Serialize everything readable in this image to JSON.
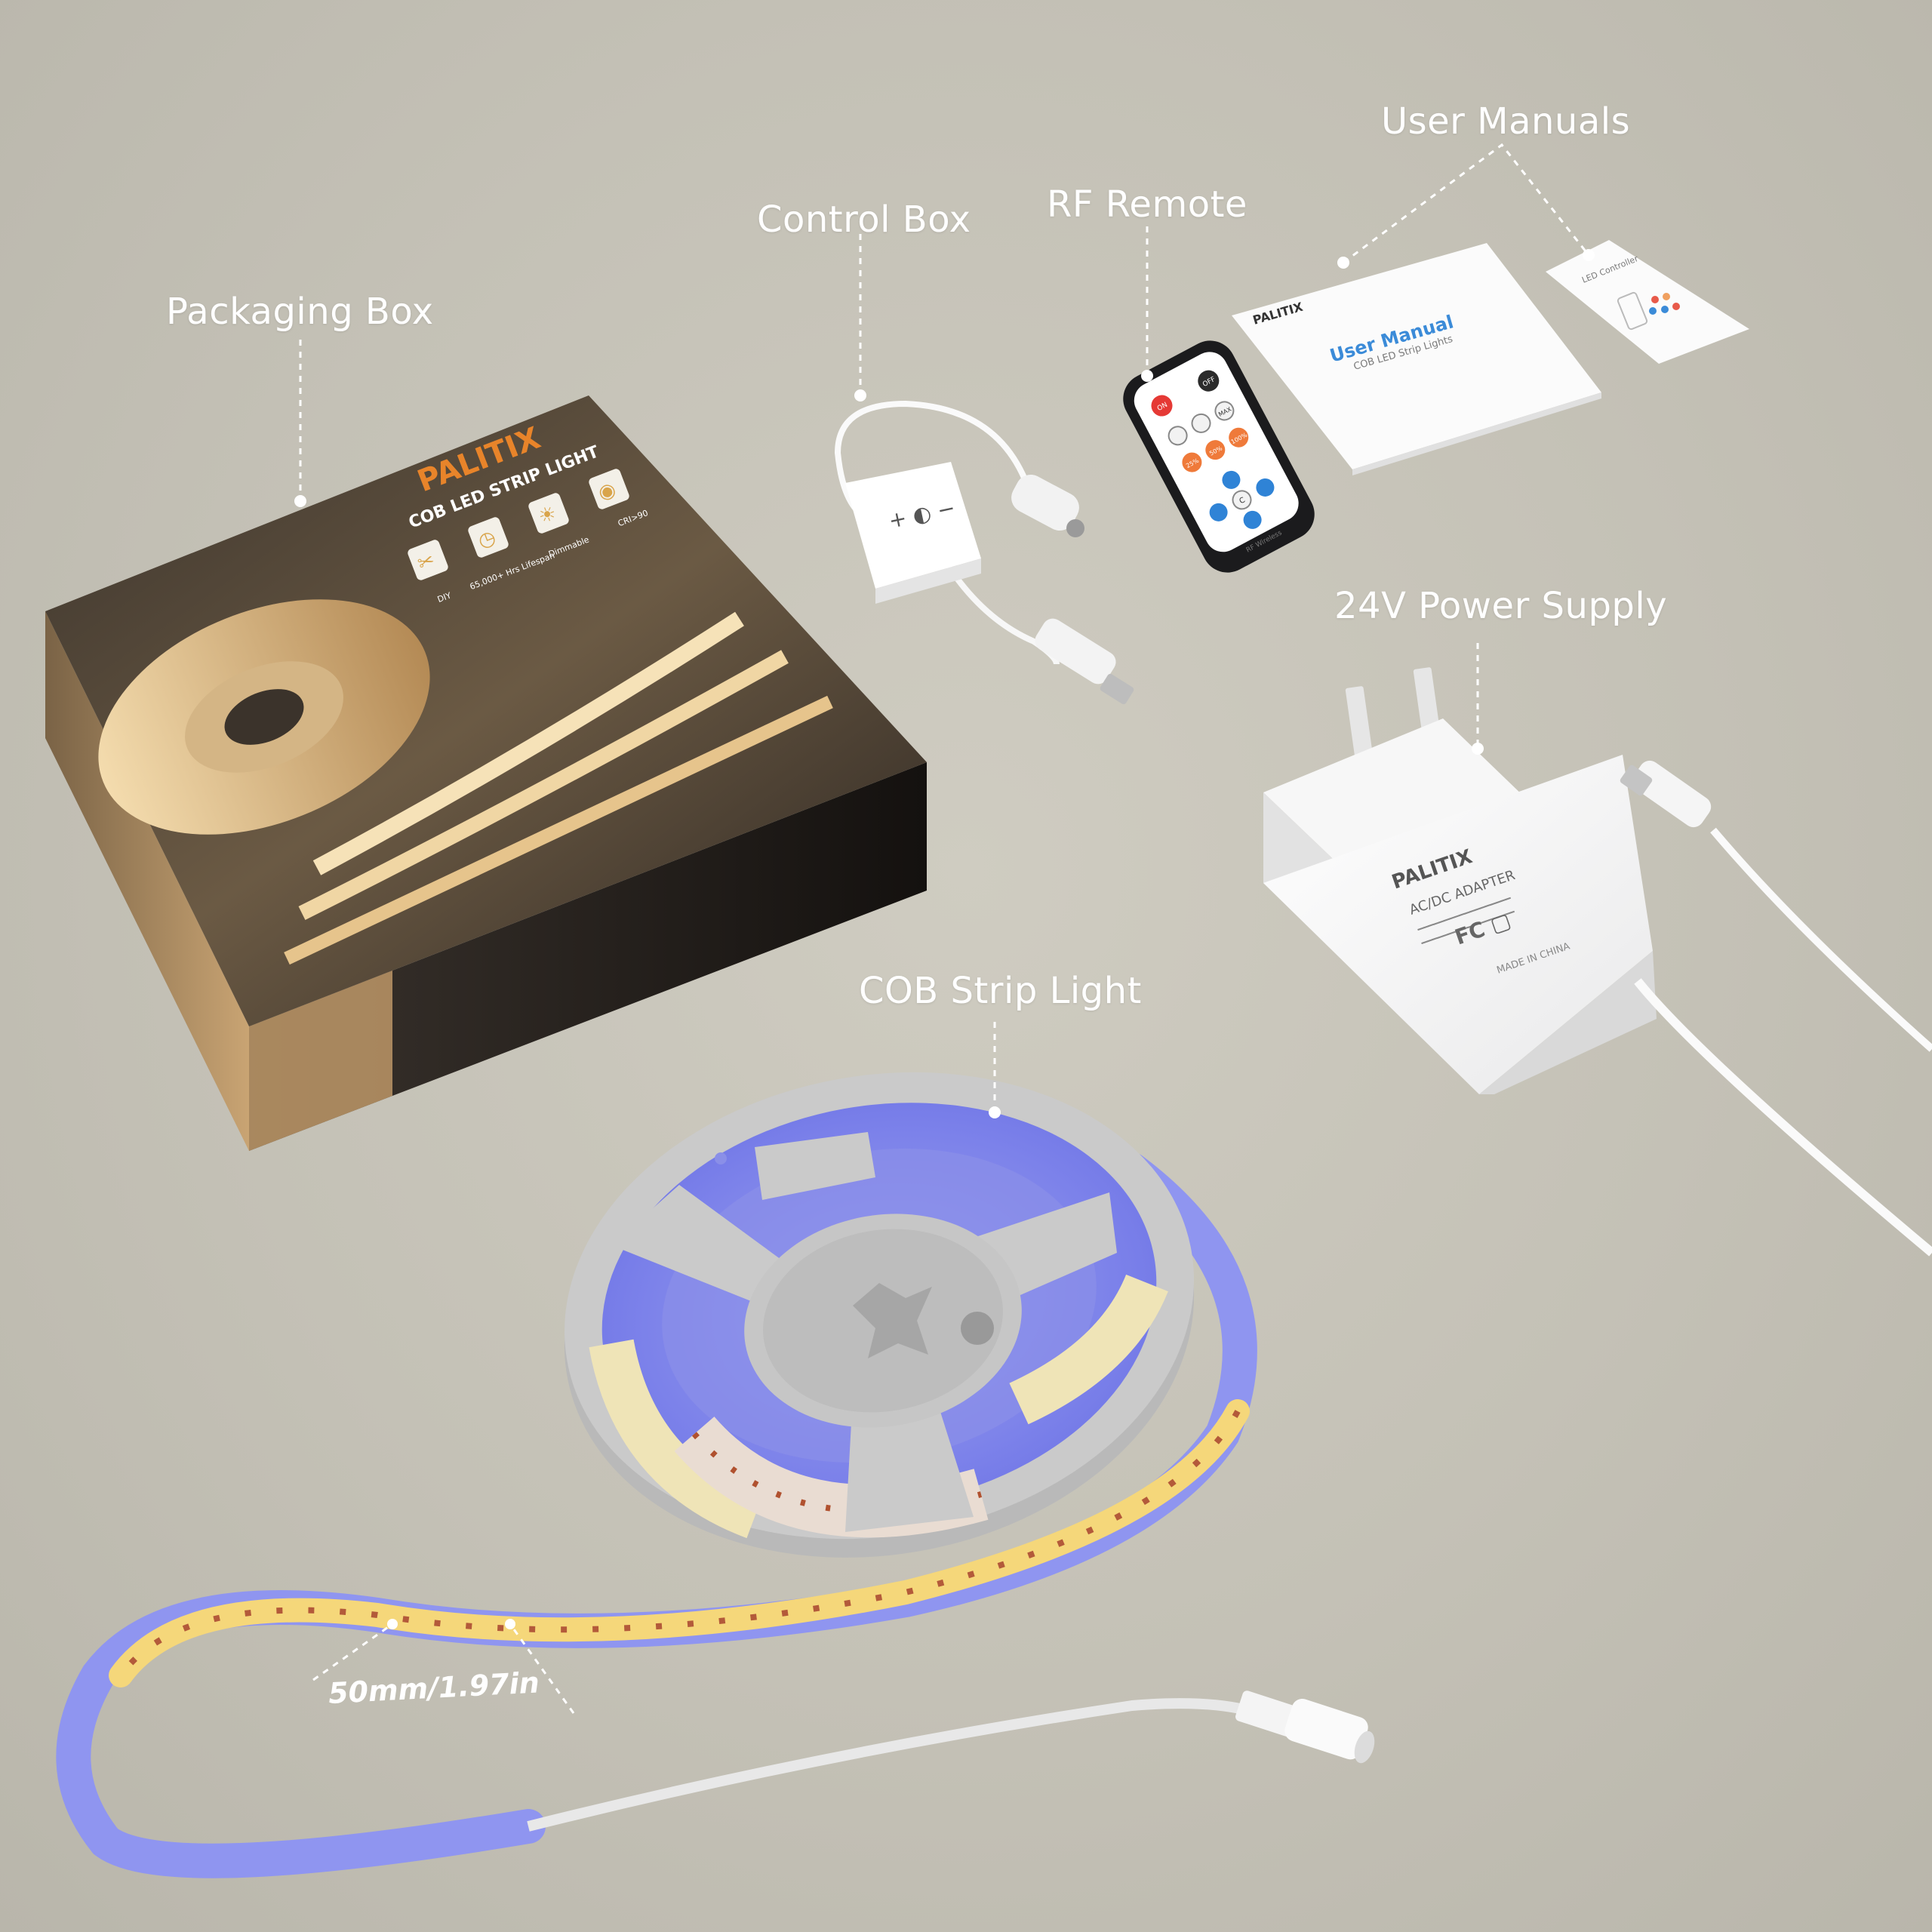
{
  "labels": {
    "packaging_box": "Packaging Box",
    "control_box": "Control Box",
    "rf_remote": "RF Remote",
    "user_manuals": "User Manuals",
    "power_supply": "24V Power Supply",
    "strip_light": "COB Strip Light",
    "measurement": "50mm/1.97in"
  },
  "box": {
    "brand": "PALITIX",
    "product": "COB LED STRIP LIGHT",
    "features": [
      {
        "label": "DIY",
        "icon": "scissors-icon"
      },
      {
        "label": "65,000+ Hrs Lifespan",
        "icon": "clock-icon"
      },
      {
        "label": "Dimmable",
        "icon": "sun-icon"
      },
      {
        "label": "CRI>90",
        "icon": "eye-icon"
      }
    ]
  },
  "remote": {
    "buttons": [
      "ON",
      "OFF",
      "MAX",
      "25%",
      "50%",
      "100%",
      "C"
    ],
    "footer": "RF Wireless"
  },
  "manuals": {
    "main_brand": "PALITIX",
    "main_title": "User Manual",
    "main_subtitle": "COB LED Strip Lights",
    "card_title": "LED Controller"
  },
  "adapter": {
    "brand": "PALITIX",
    "title": "AC/DC ADAPTER",
    "origin": "MADE IN CHINA"
  },
  "colors": {
    "label_text": "#ffffff",
    "background": "#c7c4b9",
    "strip_blue": "#8f95f0",
    "strip_yellow": "#f5d77a",
    "reel_grey": "#c6c6c6",
    "box_dark": "#2a2622",
    "accent_orange": "#e8842a"
  }
}
